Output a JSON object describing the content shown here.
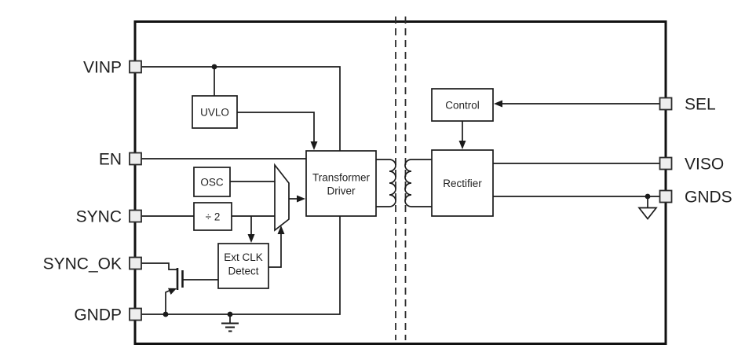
{
  "pins": {
    "vinp": "VINP",
    "en": "EN",
    "sync": "SYNC",
    "sync_ok": "SYNC_OK",
    "gndp": "GNDP",
    "sel": "SEL",
    "viso": "VISO",
    "gnds": "GNDS"
  },
  "blocks": {
    "uvlo": "UVLO",
    "osc": "OSC",
    "div2": "÷ 2",
    "ext_clk": {
      "line1": "Ext CLK",
      "line2": "Detect"
    },
    "transformer_driver": {
      "line1": "Transformer",
      "line2": "Driver"
    },
    "control": "Control",
    "rectifier": "Rectifier"
  },
  "colors": {
    "line": "#1a1a1a",
    "pin_fill": "#ededed",
    "background": "#ffffff"
  }
}
